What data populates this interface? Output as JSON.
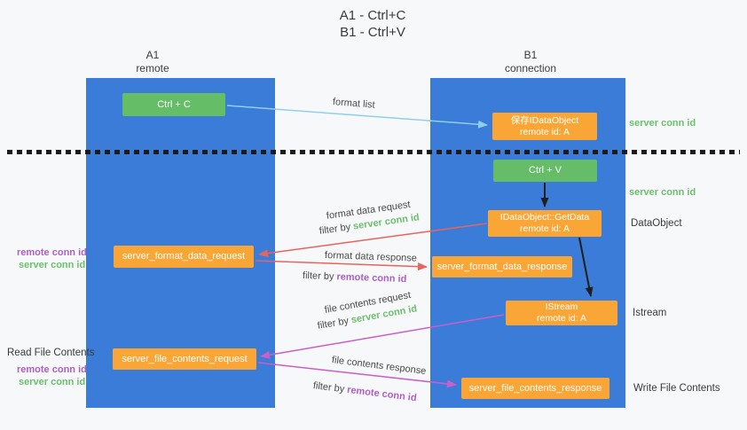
{
  "title": {
    "line1": "A1 - Ctrl+C",
    "line2": "B1 - Ctrl+V"
  },
  "lanes": {
    "a1": {
      "name": "A1",
      "subtitle": "remote"
    },
    "b1": {
      "name": "B1",
      "subtitle": "connection"
    }
  },
  "nodes": {
    "ctrl_c": {
      "label": "Ctrl + C"
    },
    "save_dataobject": {
      "line1": "保存IDataObject",
      "line2": "remote id: A"
    },
    "ctrl_v": {
      "label": "Ctrl + V"
    },
    "getdata": {
      "line1": "IDataObject::GetData",
      "line2": "remote id: A"
    },
    "format_request": {
      "label": "server_format_data_request"
    },
    "format_response": {
      "label": "server_format_data_response"
    },
    "istream": {
      "line1": "IStream",
      "line2": "remote id: A"
    },
    "file_request": {
      "label": "server_file_contents_request"
    },
    "file_response": {
      "label": "server_file_contents_response"
    }
  },
  "side_labels": {
    "server_conn_id_top": "server conn id",
    "server_conn_id_mid": "server conn id",
    "dataobject": "DataObject",
    "istream": "Istream",
    "write_file_contents": "Write File Contents",
    "read_file_contents": "Read File Contents",
    "format_remote_conn_id": "remote conn id",
    "format_server_conn_id": "server conn id",
    "file_remote_conn_id": "remote conn id",
    "file_server_conn_id": "server conn id"
  },
  "arrow_labels": {
    "format_list": "format list",
    "format_data_request": "format data request",
    "format_data_request_filter_prefix": "filter by ",
    "format_data_request_filter_value": "server conn id",
    "format_data_response": "format data response",
    "format_data_response_filter_prefix": "filter by ",
    "format_data_response_filter_value": "remote conn id",
    "file_contents_request": "file contents request",
    "file_contents_request_filter_prefix": "filter by ",
    "file_contents_request_filter_value": "server conn id",
    "file_contents_response": "file contents response",
    "file_contents_response_filter_prefix": "filter by ",
    "file_contents_response_filter_value": "remote conn id"
  },
  "colors": {
    "lane_blue": "#3B7CD9",
    "box_green": "#65BD68",
    "box_orange": "#F9A636",
    "text_green": "#6CBF6C",
    "text_purple": "#AE5FC6",
    "arrow_blue": "#8FCFEC",
    "arrow_red": "#E8645C",
    "arrow_magenta": "#C95FC9",
    "arrow_black": "#1F1F1F",
    "background": "#F7F8F9"
  }
}
